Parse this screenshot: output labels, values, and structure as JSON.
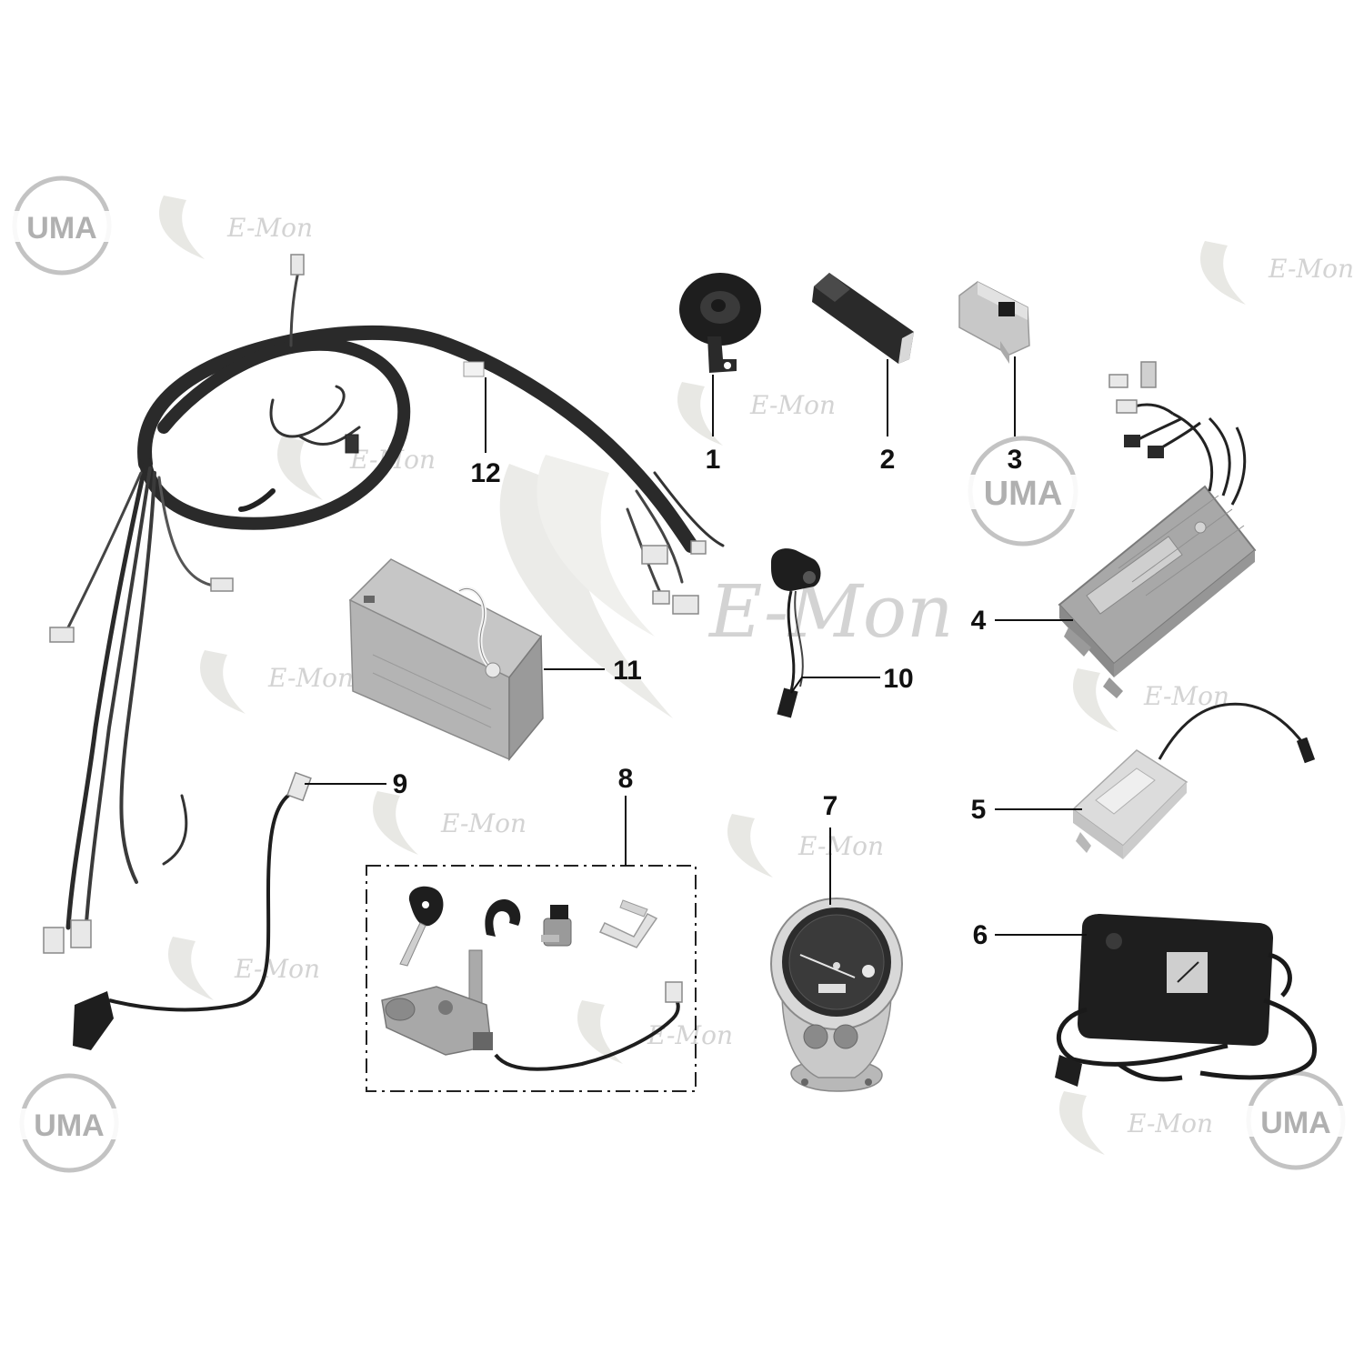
{
  "watermarks": {
    "brand": "UMA",
    "tag": "E-Mon"
  },
  "callouts": [
    {
      "id": "1",
      "label": "1"
    },
    {
      "id": "2",
      "label": "2"
    },
    {
      "id": "3",
      "label": "3"
    },
    {
      "id": "4",
      "label": "4"
    },
    {
      "id": "5",
      "label": "5"
    },
    {
      "id": "6",
      "label": "6"
    },
    {
      "id": "7",
      "label": "7"
    },
    {
      "id": "8",
      "label": "8"
    },
    {
      "id": "9",
      "label": "9"
    },
    {
      "id": "10",
      "label": "10"
    },
    {
      "id": "11",
      "label": "11"
    },
    {
      "id": "12",
      "label": "12"
    }
  ],
  "colors": {
    "ink": "#111111",
    "part_dark": "#2a2a2a",
    "part_mid": "#8a8a8a",
    "part_light": "#d6d6d6",
    "watermark": "#cfcfcf"
  }
}
